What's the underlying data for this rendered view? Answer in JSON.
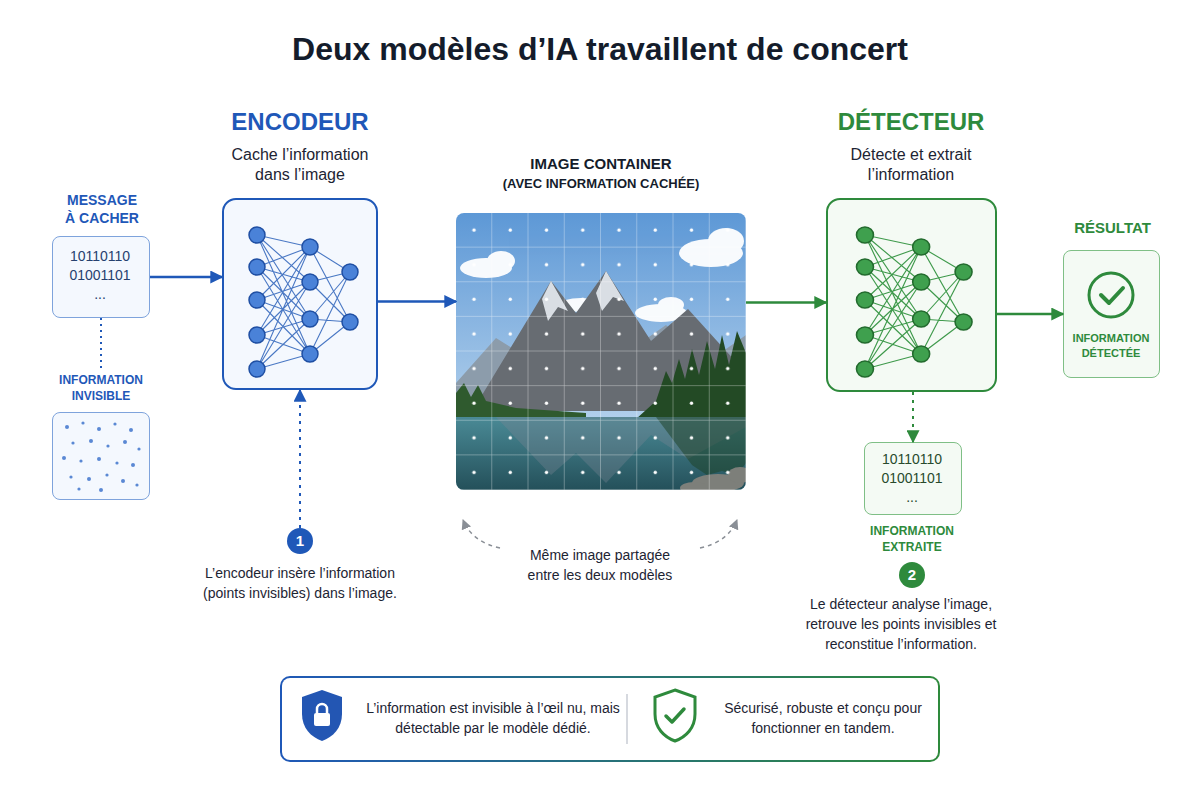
{
  "diagram": {
    "title": "Deux modèles d’IA travaillent de concert",
    "nodes": [
      {
        "text": [
          "MESSAGE À CACHER",
          "10110110 01001101 ..."
        ]
      },
      {
        "text": [
          "INFORMATION INVISIBLE"
        ]
      },
      {
        "text": [
          "ENCODEUR",
          "Cache l’information dans l’image"
        ]
      },
      {
        "text": [
          "1"
        ]
      },
      {
        "text": [
          "IMAGE CONTAINER",
          "(AVEC INFORMATION CACHÉE)"
        ]
      },
      {
        "text": [
          "DÉTECTEUR",
          "Détecte et extrait l’information"
        ]
      },
      {
        "text": [
          "10110110 01001101 ...",
          "INFORMATION EXTRAITE"
        ]
      },
      {
        "text": [
          "2"
        ]
      },
      {
        "text": [
          "RÉSULTAT",
          "INFORMATION DÉTECTÉE"
        ]
      },
      {
        "text": [
          "L’information est invisible à l’œil nu, mais détectable par le modèle dédié.",
          "Sécurisé, robuste et conçu pour fonctionner en tandem."
        ]
      }
    ],
    "edges": [
      {
        "from": 0,
        "to": 2,
        "arrow": "to"
      },
      {
        "from": 0,
        "to": 1,
        "arrow": "none"
      },
      {
        "from": 3,
        "to": 2,
        "arrow": "to"
      },
      {
        "from": 2,
        "to": 4,
        "arrow": "to"
      },
      {
        "from": 4,
        "to": 5,
        "arrow": "to"
      },
      {
        "from": 5,
        "to": 8,
        "arrow": "to"
      },
      {
        "from": 5,
        "to": 6,
        "arrow": "to"
      }
    ],
    "labels": [
      "L’encodeur insère l’information (points invisibles) dans l’image.",
      "Même image partagée entre les deux modèles",
      "Le détecteur analyse l’image, retrouve les points invisibles et reconstitue l’information."
    ]
  }
}
